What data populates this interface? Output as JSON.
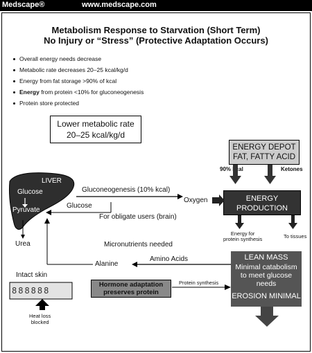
{
  "header": {
    "brand": "Medscape®",
    "url": "www.medscape.com"
  },
  "title": {
    "line1": "Metabolism Response to Starvation (Short Term)",
    "line2": "No Injury or “Stress” (Protective Adaptation Occurs)"
  },
  "bullets": [
    {
      "pre": "",
      "bold": "",
      "text": "Overall energy needs decrease"
    },
    {
      "pre": "",
      "bold": "",
      "text": "Metabolic rate decreases 20–25 kcal/kg/d"
    },
    {
      "pre": "",
      "bold": "",
      "text": "Energy from fat storage >90% of kcal"
    },
    {
      "pre": "",
      "bold": "Energy",
      "text": " from protein <10% for gluconeogenesis"
    },
    {
      "pre": "",
      "bold": "",
      "text": "Protein store protected"
    }
  ],
  "metabolic_box": {
    "line1": "Lower metabolic rate",
    "line2": "20–25 kcal/kg/d"
  },
  "energy_depot": {
    "line1": "ENERGY DEPOT",
    "line2": "FAT, FATTY ACID"
  },
  "depot_labels": {
    "kcal": "90% kcal",
    "ketones": "Ketones"
  },
  "liver": {
    "label": "LIVER",
    "glucose": "Glucose",
    "pyruvate": "Pyruvate"
  },
  "flows": {
    "gluconeogenesis": "Gluconeogenesis (10% kcal)",
    "glucose": "Glucose",
    "obligate": "For obligate users (brain)",
    "oxygen": "Oxygen",
    "urea": "Urea",
    "micronutrients": "Micronutrients needed",
    "alanine": "Alanine",
    "amino_acids": "Amino Acids",
    "protein_synthesis": "Protein synthesis"
  },
  "energy_production": {
    "line1": "ENERGY",
    "line2": "PRODUCTION"
  },
  "production_outputs": {
    "synthesis_line1": "Energy for",
    "synthesis_line2": "protein synthesis",
    "tissues": "To tissues"
  },
  "lean_mass": {
    "title": "LEAN MASS",
    "line1": "Minimal catabolism",
    "line2": "to meet glucose",
    "line3": "needs",
    "footer": "EROSION MINIMAL"
  },
  "skin": {
    "label": "Intact skin",
    "heat_line1": "Heat loss",
    "heat_line2": "blocked"
  },
  "hormone": {
    "line1": "Hormone adaptation",
    "line2": "preserves protein"
  }
}
